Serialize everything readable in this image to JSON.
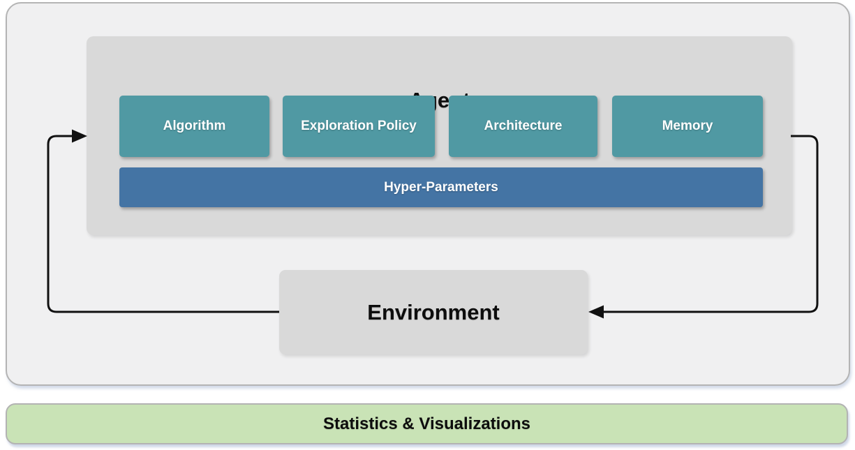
{
  "diagram": {
    "agent": {
      "title": "Agent",
      "components": [
        {
          "label": "Algorithm"
        },
        {
          "label": "Exploration Policy"
        },
        {
          "label": "Architecture"
        },
        {
          "label": "Memory"
        }
      ],
      "hyper_parameters": {
        "label": "Hyper-Parameters"
      }
    },
    "environment": {
      "title": "Environment"
    },
    "stats_bar": {
      "label": "Statistics & Visualizations"
    },
    "arrows": {
      "environment_to_agent": "loop-left-upward-arrow",
      "agent_to_environment": "loop-right-downward-arrow"
    },
    "colors": {
      "component_teal": "#5099a3",
      "hyper_parameters_blue": "#4474a4",
      "box_gray": "#d9d9d9",
      "frame_fill": "#f0f0f1",
      "frame_border": "#b4b4b4",
      "stats_green": "#c9e3b6",
      "arrow_black": "#111111"
    }
  }
}
